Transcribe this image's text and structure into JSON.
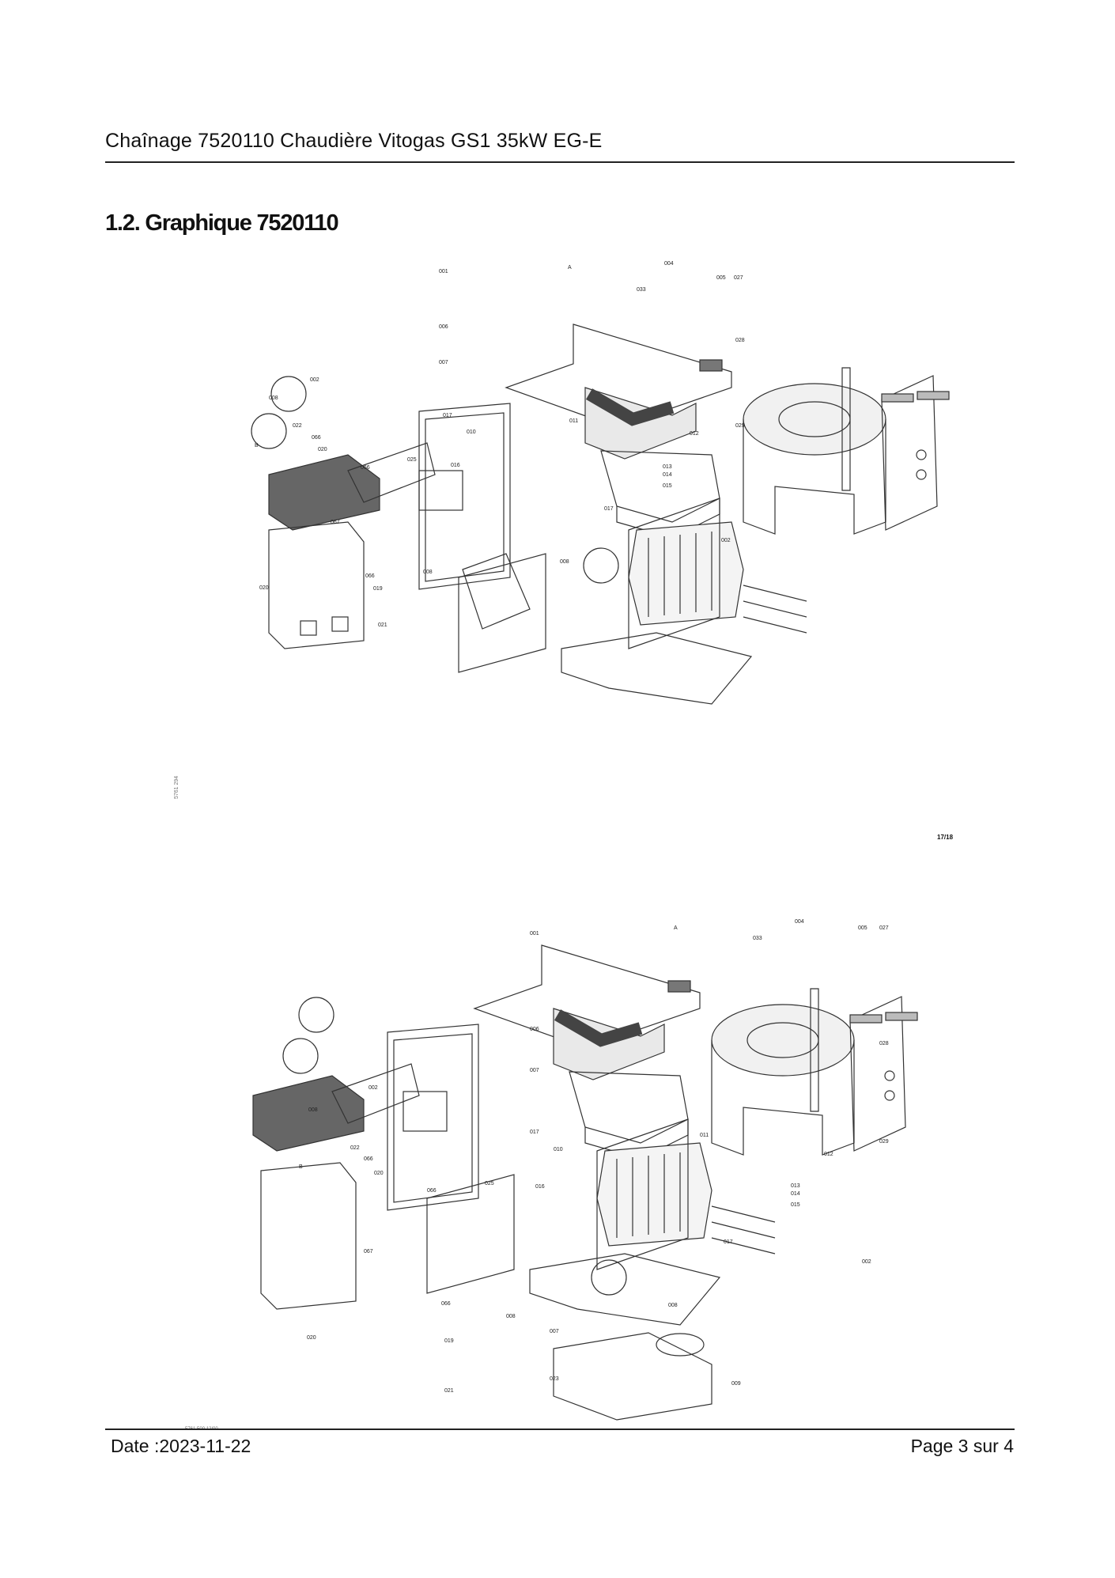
{
  "header": {
    "title": "Chaînage 7520110 Chaudière Vitogas GS1 35kW EG-E"
  },
  "section": {
    "heading": "1.2. Graphique 7520110"
  },
  "diagram_top": {
    "labels": [
      "001",
      "A",
      "004",
      "005",
      "027",
      "033",
      "006",
      "007",
      "008",
      "002",
      "022",
      "066",
      "020",
      "B",
      "066",
      "067",
      "017",
      "010",
      "011",
      "025",
      "016",
      "013",
      "014",
      "015",
      "012",
      "028",
      "029",
      "017",
      "002",
      "008",
      "008",
      "020",
      "066",
      "019",
      "021"
    ],
    "side_note": "5761 294",
    "figure_number": "17/18"
  },
  "diagram_bottom": {
    "labels": [
      "001",
      "A",
      "004",
      "005",
      "027",
      "033",
      "006",
      "007",
      "008",
      "002",
      "022",
      "066",
      "020",
      "B",
      "066",
      "067",
      "017",
      "010",
      "011",
      "025",
      "016",
      "013",
      "014",
      "015",
      "012",
      "028",
      "029",
      "017",
      "002",
      "008",
      "008",
      "020",
      "066",
      "019",
      "021",
      "007",
      "023",
      "009"
    ],
    "bottom_note": "5761 500    12/00"
  },
  "footer": {
    "date": "Date :2023-11-22",
    "page": "Page 3 sur   4"
  },
  "colors": {
    "rule": "#222222",
    "line": "#333333",
    "dark_part": "#555555"
  }
}
